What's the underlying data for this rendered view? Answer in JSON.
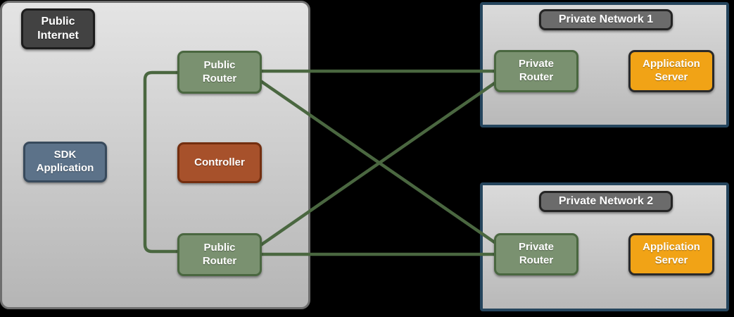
{
  "public_internet": {
    "title": "Public Internet",
    "sdk_application": "SDK Application",
    "public_router_top": "Public Router",
    "controller": "Controller",
    "public_router_bottom": "Public Router"
  },
  "private_network_1": {
    "title": "Private Network 1",
    "private_router": "Private Router",
    "application_server": "Application Server"
  },
  "private_network_2": {
    "title": "Private Network 2",
    "private_router": "Private Router",
    "application_server": "Application Server"
  },
  "connections": [
    {
      "from": "public-router-top",
      "to": "public-router-bottom",
      "shape": "left-bracket"
    },
    {
      "from": "public-router-top",
      "to": "private-router-1",
      "shape": "straight"
    },
    {
      "from": "public-router-top",
      "to": "private-router-2",
      "shape": "diagonal"
    },
    {
      "from": "public-router-bottom",
      "to": "private-router-1",
      "shape": "diagonal"
    },
    {
      "from": "public-router-bottom",
      "to": "private-router-2",
      "shape": "straight"
    }
  ],
  "colors": {
    "background": "#000000",
    "link_green": "#4a6740",
    "router_fill": "#7a9170",
    "router_border": "#4a6740",
    "controller_fill": "#a7512b",
    "controller_border": "#732e0f",
    "sdk_fill": "#5c7289",
    "sdk_border": "#384a5c",
    "server_fill": "#f1a316",
    "server_border": "#2a2a2a",
    "public_internet_fill_top": "#e4e4e4",
    "public_internet_fill_bottom": "#b5b5b5",
    "public_internet_border": "#6e6e6e",
    "private_network_border": "#25455d",
    "title_badge_dark_fill": "#424242",
    "title_badge_gray_fill": "#6b6b6b",
    "label_text": "#ffffff"
  }
}
